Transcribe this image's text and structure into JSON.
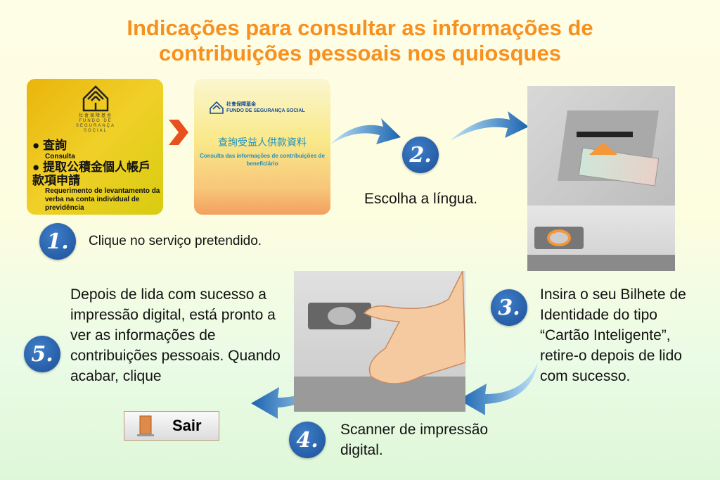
{
  "title": {
    "line1": "Indicações para consultar as informações de",
    "line2": "contribuições pessoais nos quiosques"
  },
  "panel1": {
    "org_zh": "社會保障基金",
    "org_pt": "FUNDO DE SEGURANÇA SOCIAL",
    "item1_zh": "查詢",
    "item1_pt": "Consulta",
    "item2_zh": "提取公積金個人帳戶款項申請",
    "item2_pt": "Requerimento de levantamento da verba na conta individual de previdência"
  },
  "panel2": {
    "org_zh": "社會保障基金",
    "org_pt": "FUNDO DE SEGURANÇA SOCIAL",
    "title_zh": "查詢受益人供款資料",
    "title_pt": "Consulta das informações de contribuições de beneficiário"
  },
  "steps": [
    {
      "num": "1.",
      "text": "Clique no serviço pretendido."
    },
    {
      "num": "2.",
      "text": "Escolha a língua."
    },
    {
      "num": "3.",
      "text": "Insira o seu Bilhete de Identidade do tipo “Cartão Inteligente”, retire-o depois de lido com sucesso."
    },
    {
      "num": "4.",
      "text": "Scanner de impressão digital."
    },
    {
      "num": "5.",
      "text": "Depois de lida com sucesso a impressão digital, está pronto a ver as informações de contribuições pessoais. Quando acabar, clique"
    }
  ],
  "exit_button": {
    "label": "Sair"
  },
  "colors": {
    "title": "#f7901e",
    "badge": "#1b4f98",
    "arrow": "#1a63b0",
    "chevron": "#e8501e"
  }
}
